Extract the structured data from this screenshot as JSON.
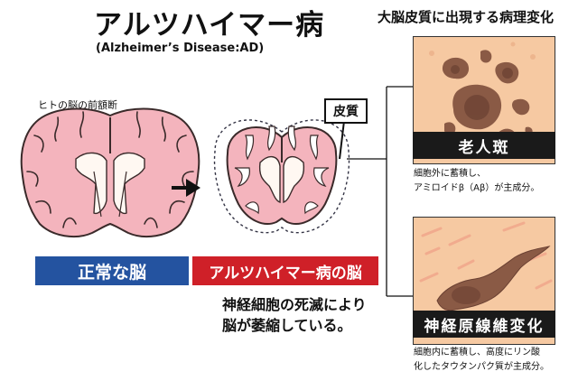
{
  "title": "アルツハイマー病",
  "subtitle": "(Alzheimer’s Disease:AD)",
  "pathology_heading": "大脳皮質に出現する病理変化",
  "brain_caption": "ヒトの脳の前額断",
  "normal_label": "正常な脳",
  "ad_label": "アルツハイマー病の脳",
  "ad_description": {
    "line1": "神経細胞の死滅により",
    "line2": "脳が萎縮している。"
  },
  "cortex_tag": "皮質",
  "plaques": {
    "label": "老人斑",
    "desc_line1": "細胞外に蓄積し、",
    "desc_line2": "アミロイドβ（Aβ）が主成分。"
  },
  "tangles": {
    "label": "神経原線維変化",
    "desc_line1": "細胞内に蓄積し、高度にリン酸",
    "desc_line2": "化したタウタンパク質が主成分。"
  },
  "colors": {
    "brain_fill": "#f4b4bd",
    "brain_stroke": "#3a2a2a",
    "normal_blue": "#2453a0",
    "ad_red": "#cf2028",
    "tissue_bg": "#f6c9a2",
    "lesion": "#8a5a45"
  }
}
